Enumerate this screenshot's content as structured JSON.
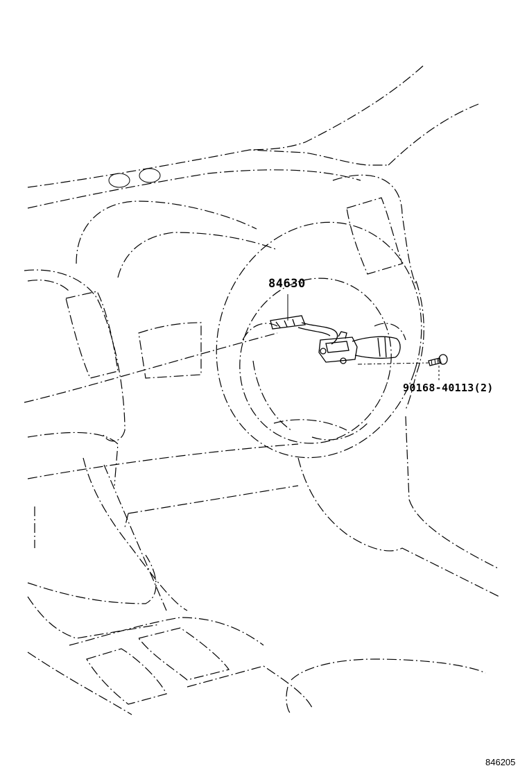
{
  "diagram": {
    "parts": [
      {
        "number": "84630"
      },
      {
        "number": "90168-40113",
        "quantity": "(2)"
      }
    ],
    "diagram_id": "846205"
  }
}
